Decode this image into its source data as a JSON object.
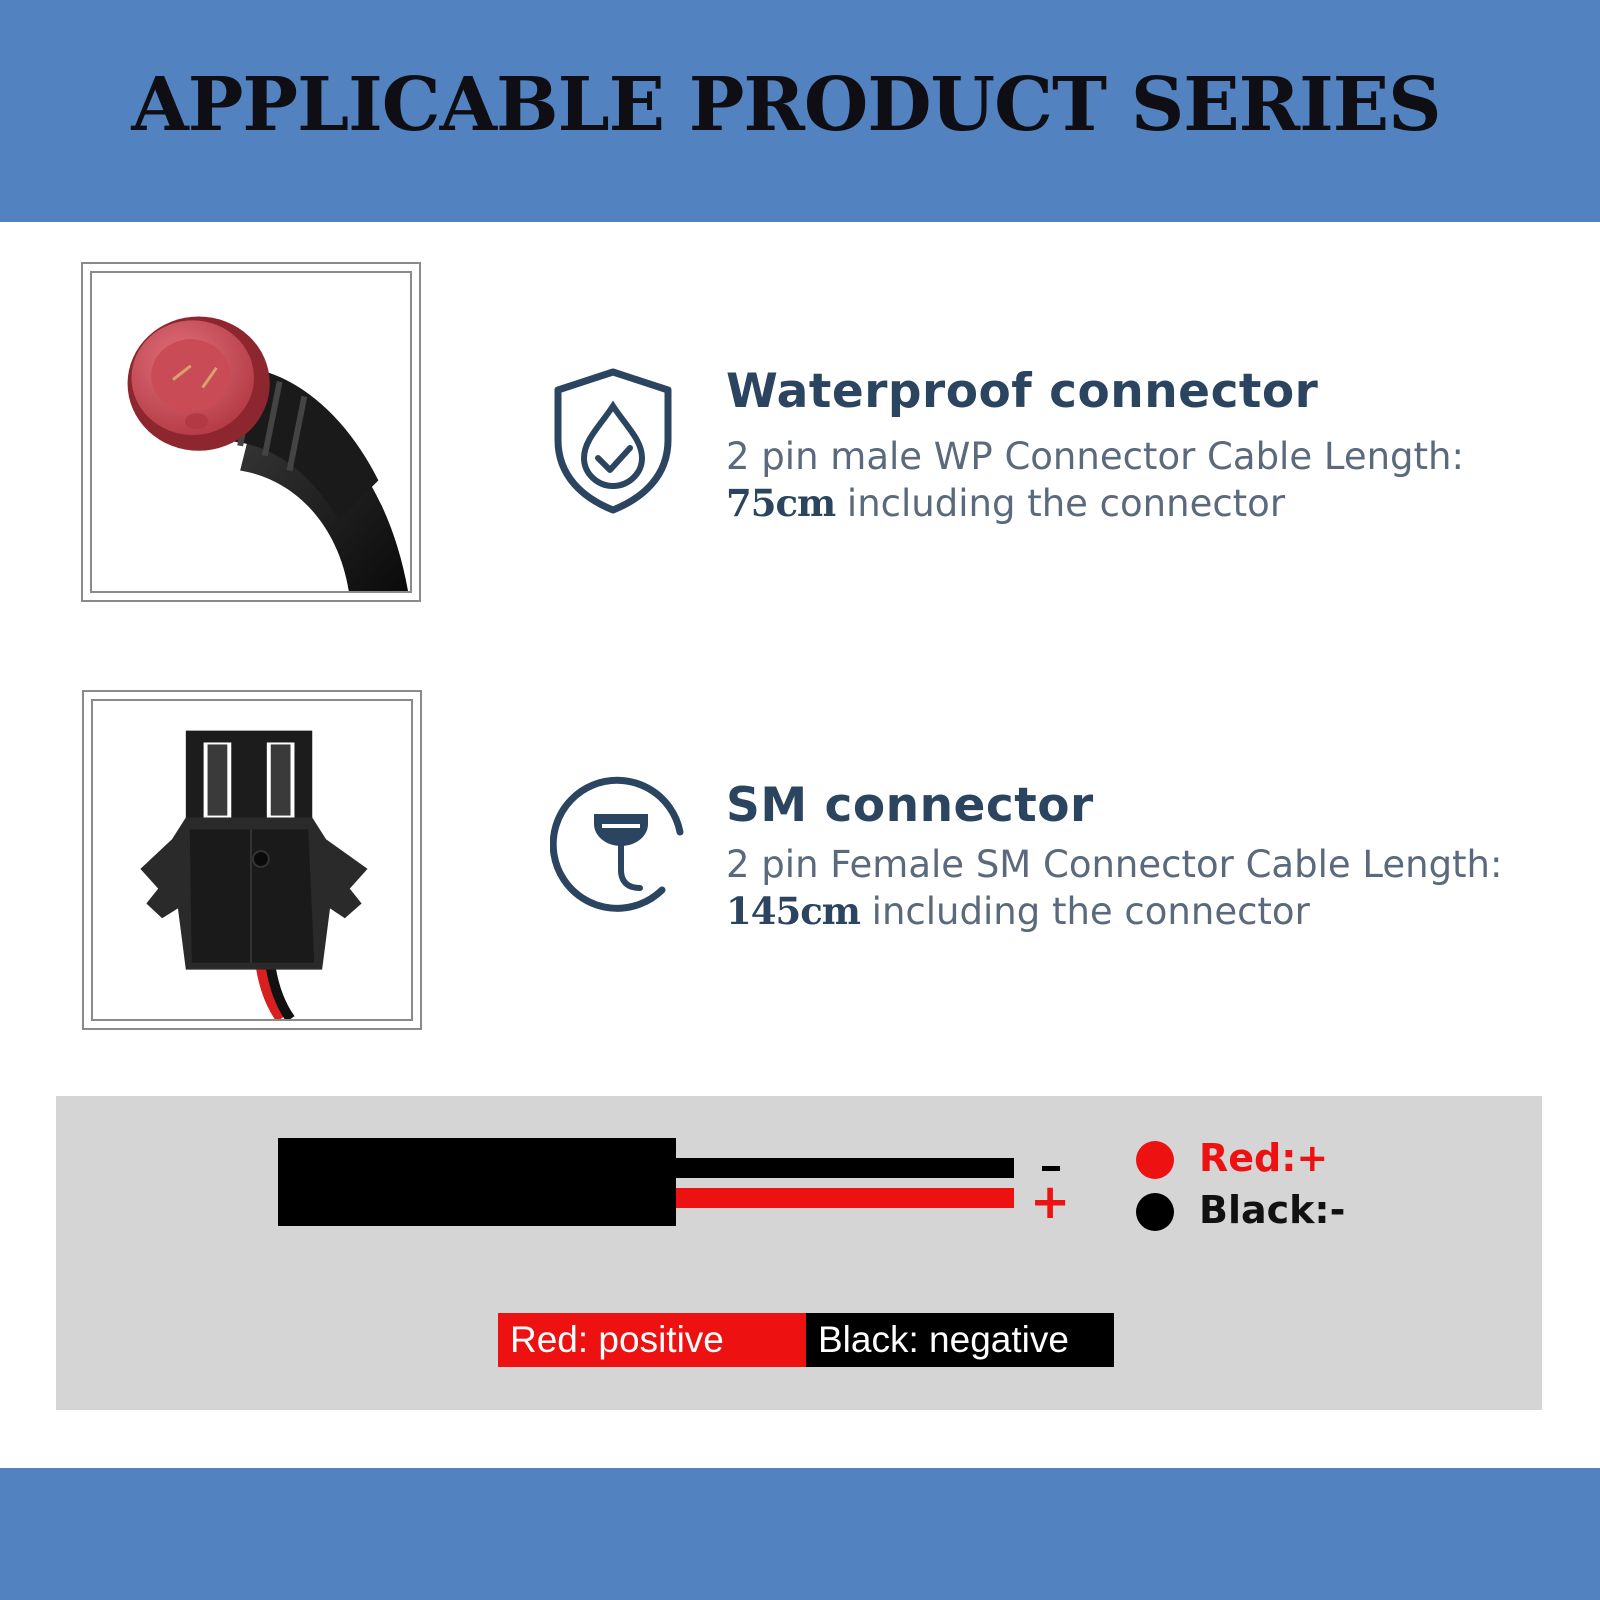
{
  "header": {
    "title": "APPLICABLE PRODUCT SERIES"
  },
  "features": [
    {
      "icon": "waterproof-shield-icon",
      "title": "Waterproof connector",
      "desc_line1": "2 pin male WP Connector Cable Length:",
      "length": "75cm",
      "desc_line2_rest": " including the connector"
    },
    {
      "icon": "sm-plug-icon",
      "title": "SM connector",
      "desc_line1": "2 pin Female SM Connector Cable Length:",
      "length": "145cm",
      "desc_line2_rest": " including the connector"
    }
  ],
  "wiring": {
    "minus_sign": "-",
    "plus_sign": "+",
    "legend_red": "Red:+",
    "legend_black": "Black:-",
    "bar_red": "Red: positive",
    "bar_black": "Black: negative"
  },
  "colors": {
    "band": "#5282bf",
    "red": "#ee1111",
    "black": "#000000",
    "diagram_bg": "#d5d5d5",
    "text_dark_blue": "#2b4460"
  }
}
